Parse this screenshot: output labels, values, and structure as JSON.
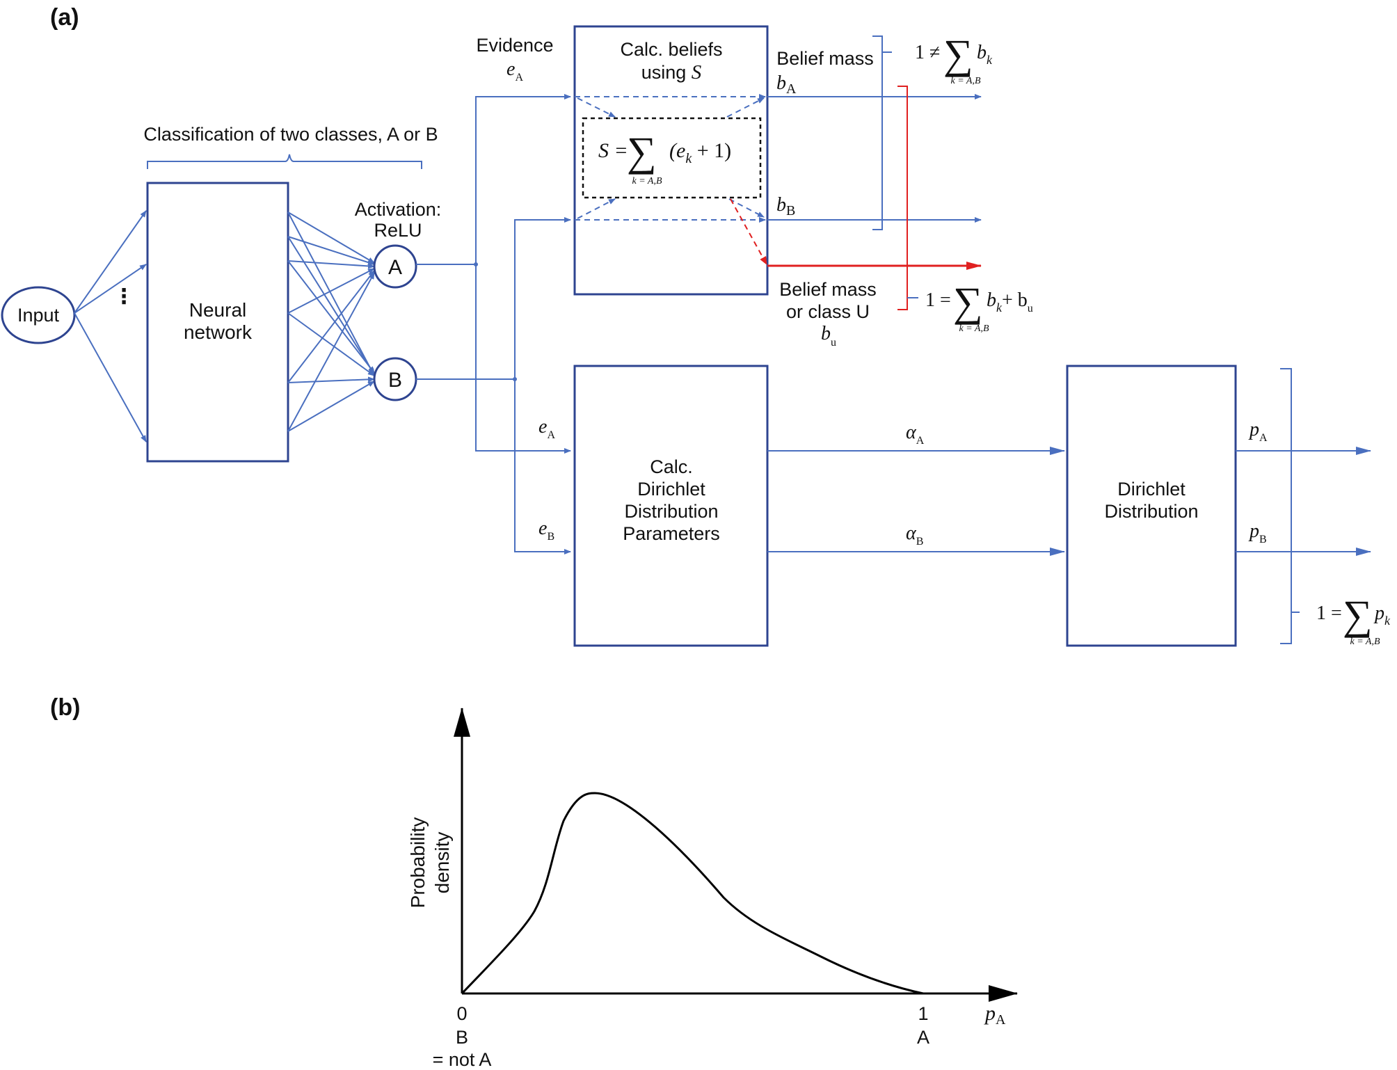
{
  "colors": {
    "primary": "#4a6fbf",
    "box": "#2e4490",
    "red": "#e02020",
    "dark": "#111111"
  },
  "panel_a": {
    "label": "(a)",
    "brace_label": "Classification of two classes, A or B",
    "input_label": "Input",
    "vdots": "⋮",
    "nn_line1": "Neural",
    "nn_line2": "network",
    "activation_line1": "Activation:",
    "activation_line2": "ReLU",
    "node_a": "A",
    "node_b": "B",
    "evidence_title": "Evidence",
    "evidence_var": "e",
    "evidence_sub": "A",
    "beliefs_line1": "Calc. beliefs",
    "beliefs_line2_prefix": "using ",
    "beliefs_line2_var": "S",
    "s_formula_lhs": "S =",
    "s_formula_sum": "∑",
    "s_formula_open": "(e",
    "s_formula_k": "k",
    "s_formula_rest": " + 1)",
    "s_formula_under": "k = A,B",
    "belief_mass_label": "Belief mass",
    "b_var": "b",
    "b_a_sub": "A",
    "b_b_sub": "B",
    "eq1_lhs": "1 ≠",
    "eq1_sum": "∑",
    "eq1_var": "b",
    "eq1_sub": "k",
    "eq1_under": "k = A,B",
    "bu_line1": "Belief mass",
    "bu_line2": "or class U",
    "bu_var": "b",
    "bu_sub": "u",
    "eq2_lhs": "1 =",
    "eq2_sum": "∑",
    "eq2_var": "b",
    "eq2_sub": "k",
    "eq2_plus": "+ b",
    "eq2_plus_sub": "u",
    "eq2_under": "k = A,B",
    "e_a_var": "e",
    "e_a_sub": "A",
    "e_b_var": "e",
    "e_b_sub": "B",
    "dir_params_line1": "Calc.",
    "dir_params_line2": "Dirichlet",
    "dir_params_line3": "Distribution",
    "dir_params_line4": "Parameters",
    "alpha_a_var": "α",
    "alpha_a_sub": "A",
    "alpha_b_var": "α",
    "alpha_b_sub": "B",
    "dir_line1": "Dirichlet",
    "dir_line2": "Distribution",
    "p_a_var": "p",
    "p_a_sub": "A",
    "p_b_var": "p",
    "p_b_sub": "B",
    "eq3_lhs": "1 =",
    "eq3_sum": "∑",
    "eq3_var": "p",
    "eq3_sub": "k",
    "eq3_under": "k = A,B"
  },
  "panel_b": {
    "label": "(b)",
    "ylabel_line1": "Probability",
    "ylabel_line2": "density",
    "x_tick_0": "0",
    "x_tick_1": "1",
    "x_left_line1": "B",
    "x_left_line2": "= not A",
    "x_right_label": "A",
    "xlabel_var": "p",
    "xlabel_sub": "A"
  }
}
